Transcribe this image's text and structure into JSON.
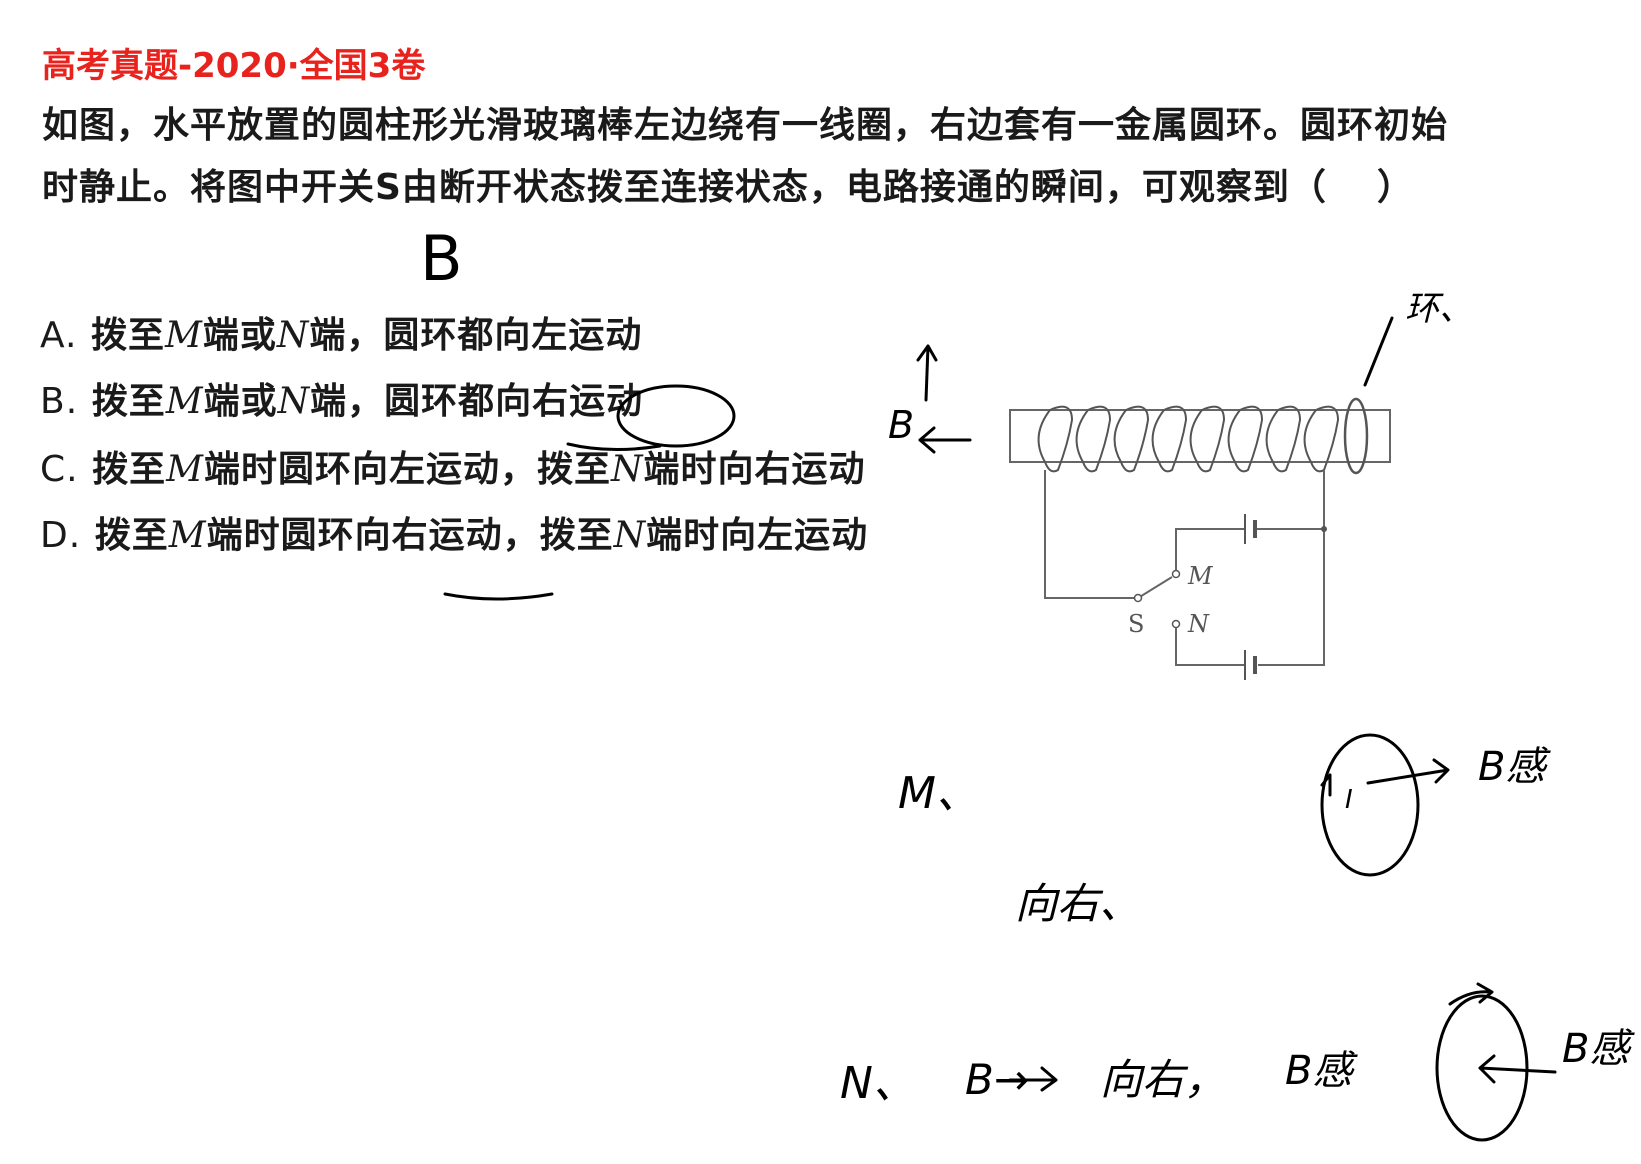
{
  "header": {
    "title": "高考真题-2020·全国3卷",
    "title_color": "#e8231e"
  },
  "question": {
    "stem": "如图，水平放置的圆柱形光滑玻璃棒左边绕有一线圈，右边套有一金属圆环。圆环初始时静止。将图中开关S由断开状态拨至连接状态，电路接通的瞬间，可观察到（",
    "stem_close": "）"
  },
  "options": [
    {
      "key": "A.",
      "p1": "拨至",
      "v1": "M",
      "p2": "端或",
      "v2": "N",
      "p3": "端，圆环都向左运动"
    },
    {
      "key": "B.",
      "p1": "拨至",
      "v1": "M",
      "p2": "端或",
      "v2": "N",
      "p3": "端，圆环都向右运动"
    },
    {
      "key": "C.",
      "p1": "拨至",
      "v1": "M",
      "p2": "端时圆环向左运动，拨至",
      "v2": "N",
      "p3": "端时向右运动"
    },
    {
      "key": "D.",
      "p1": "拨至",
      "v1": "M",
      "p2": "端时圆环向右运动，拨至",
      "v2": "N",
      "p3": "端时向左运动"
    }
  ],
  "diagram": {
    "switch_label": "S",
    "terminal_m": "M",
    "terminal_n": "N"
  },
  "annotations": {
    "answer": "B",
    "field_label": "B",
    "ring_label": "环、",
    "case_m": "M、",
    "ring_dir_m": "向右、",
    "current_label": "I",
    "induced_m": "B感",
    "case_n": "N、",
    "field_n": "B→",
    "ring_dir_n": "向右，",
    "induced_n": "B感",
    "induced_n2": "B感",
    "ink_color": "#000000"
  }
}
